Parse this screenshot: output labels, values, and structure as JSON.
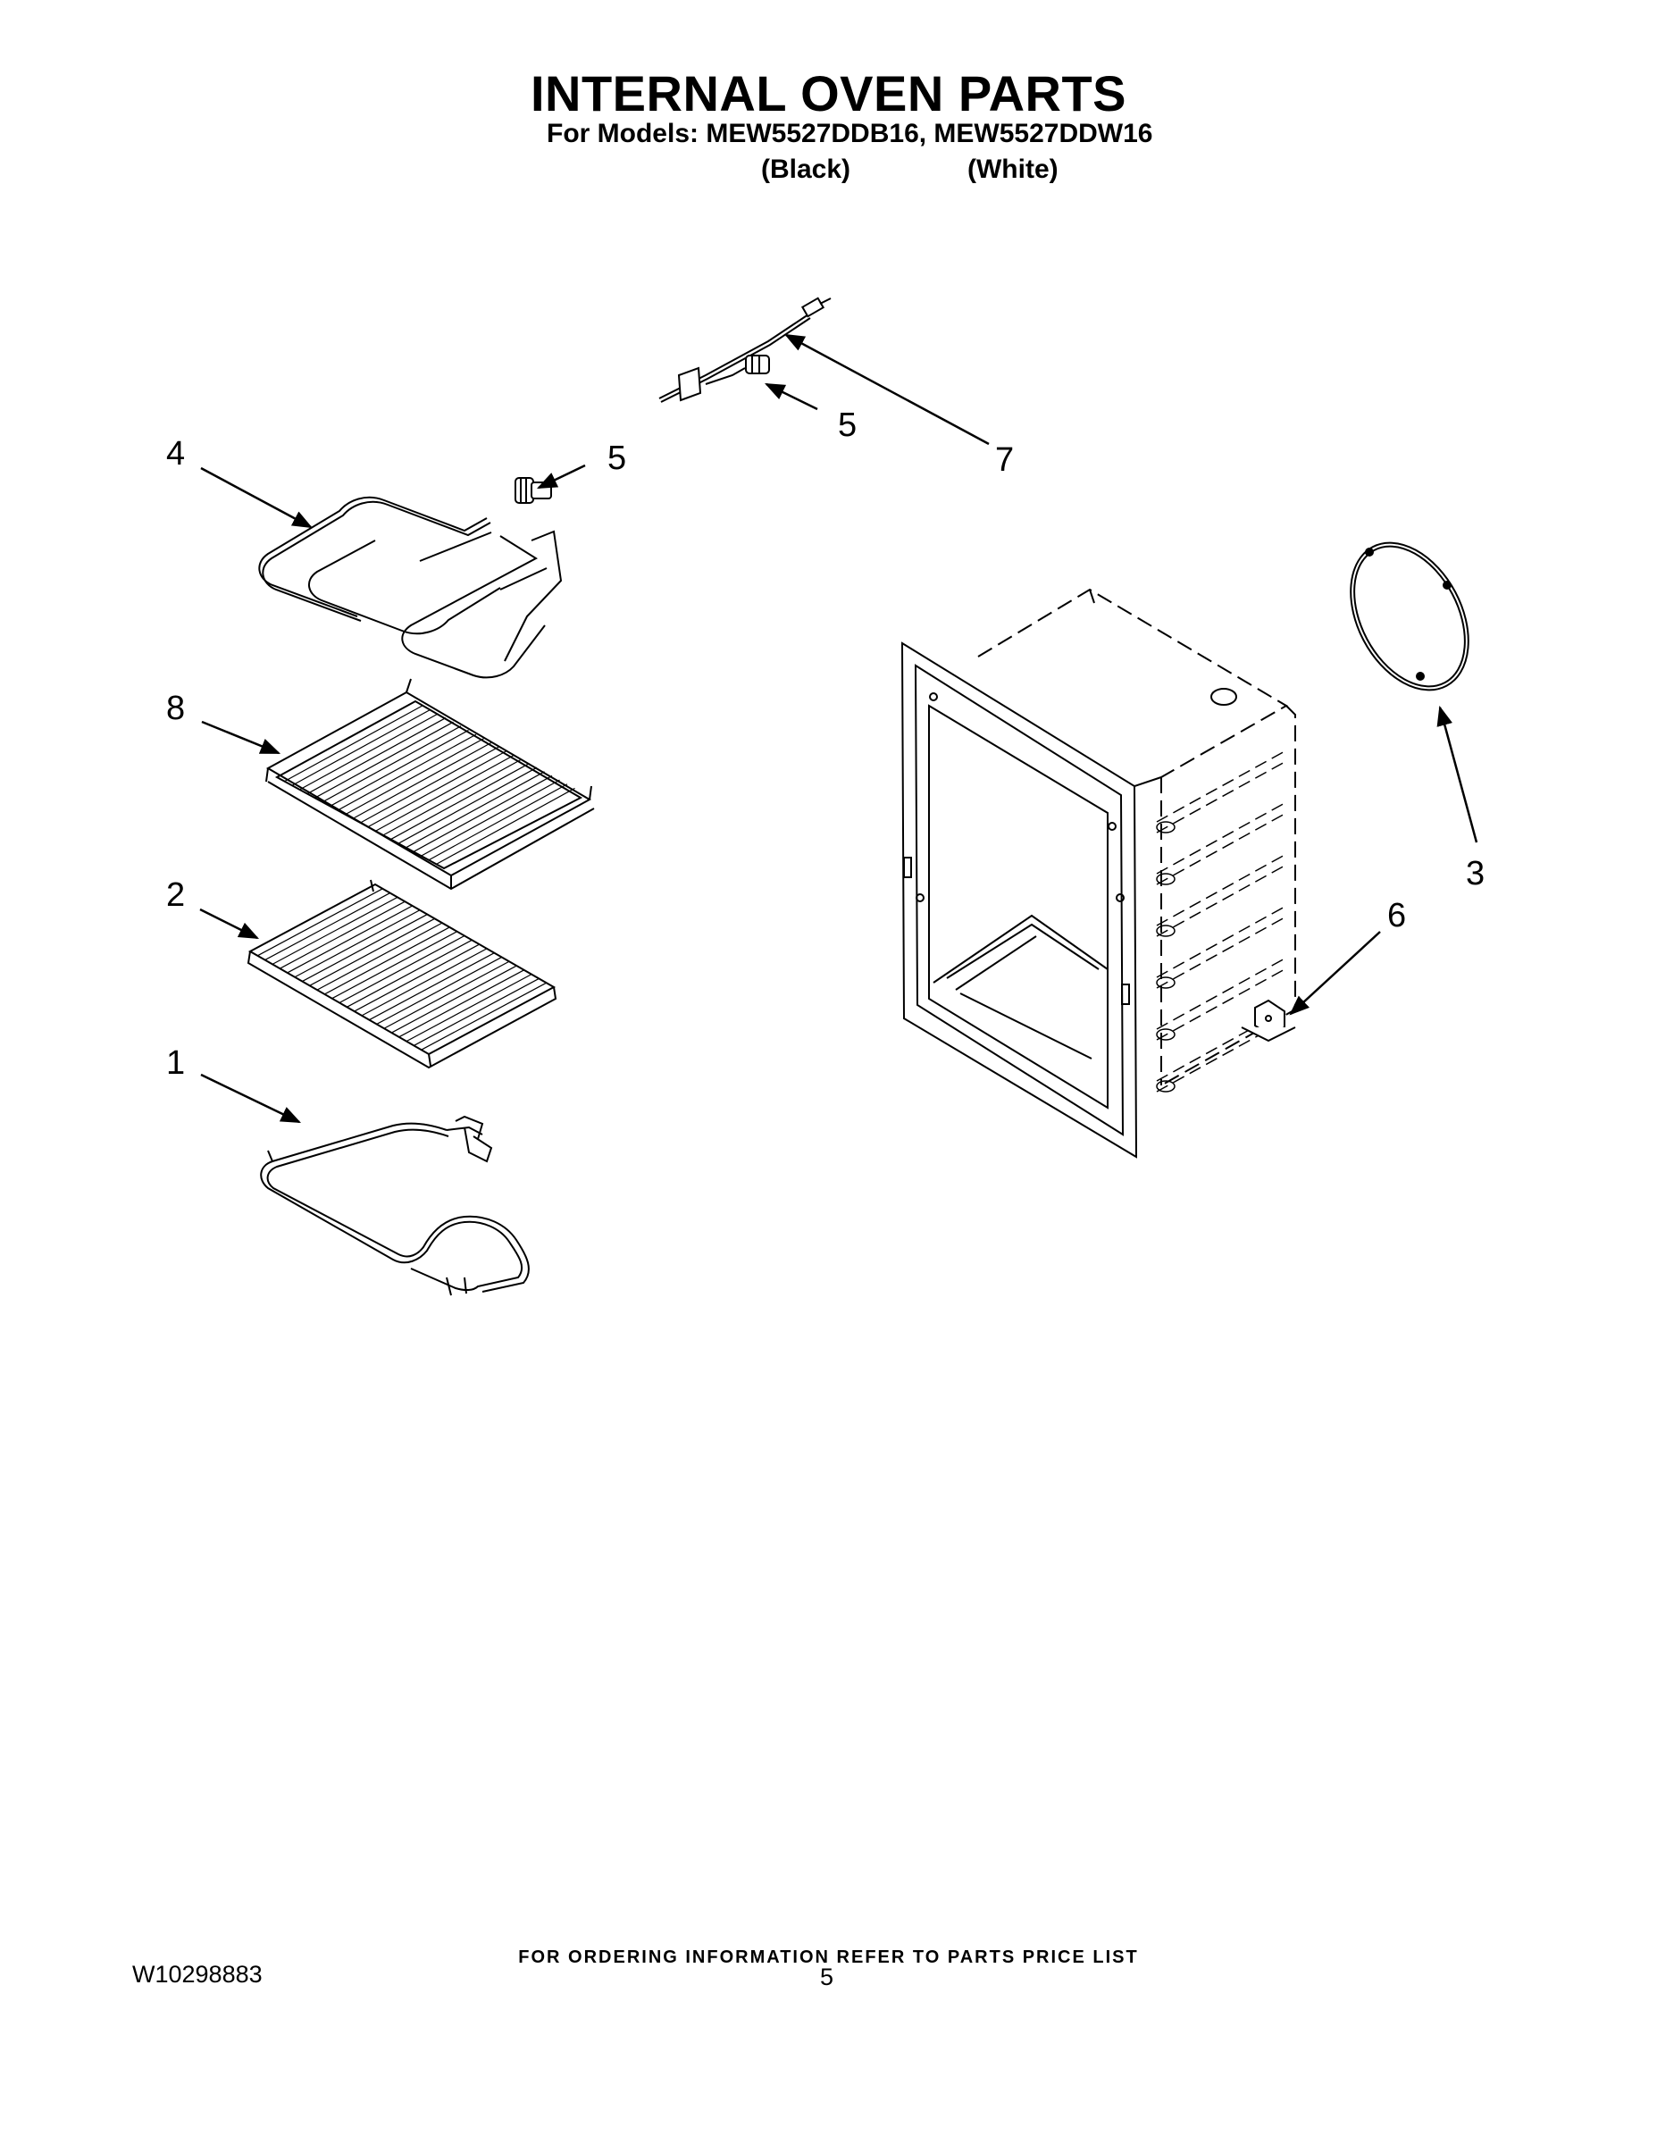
{
  "header": {
    "title": "INTERNAL OVEN PARTS",
    "models_line": "For Models: MEW5527DDB16, MEW5527DDW16",
    "variant_black": "(Black)",
    "variant_white": "(White)"
  },
  "callouts": {
    "c1": "1",
    "c2": "2",
    "c3": "3",
    "c4": "4",
    "c5a": "5",
    "c5b": "5",
    "c6": "6",
    "c7": "7",
    "c8": "8"
  },
  "footer": {
    "ordering_note": "FOR ORDERING INFORMATION REFER TO PARTS PRICE LIST",
    "doc_id": "W10298883",
    "page_number": "5"
  }
}
